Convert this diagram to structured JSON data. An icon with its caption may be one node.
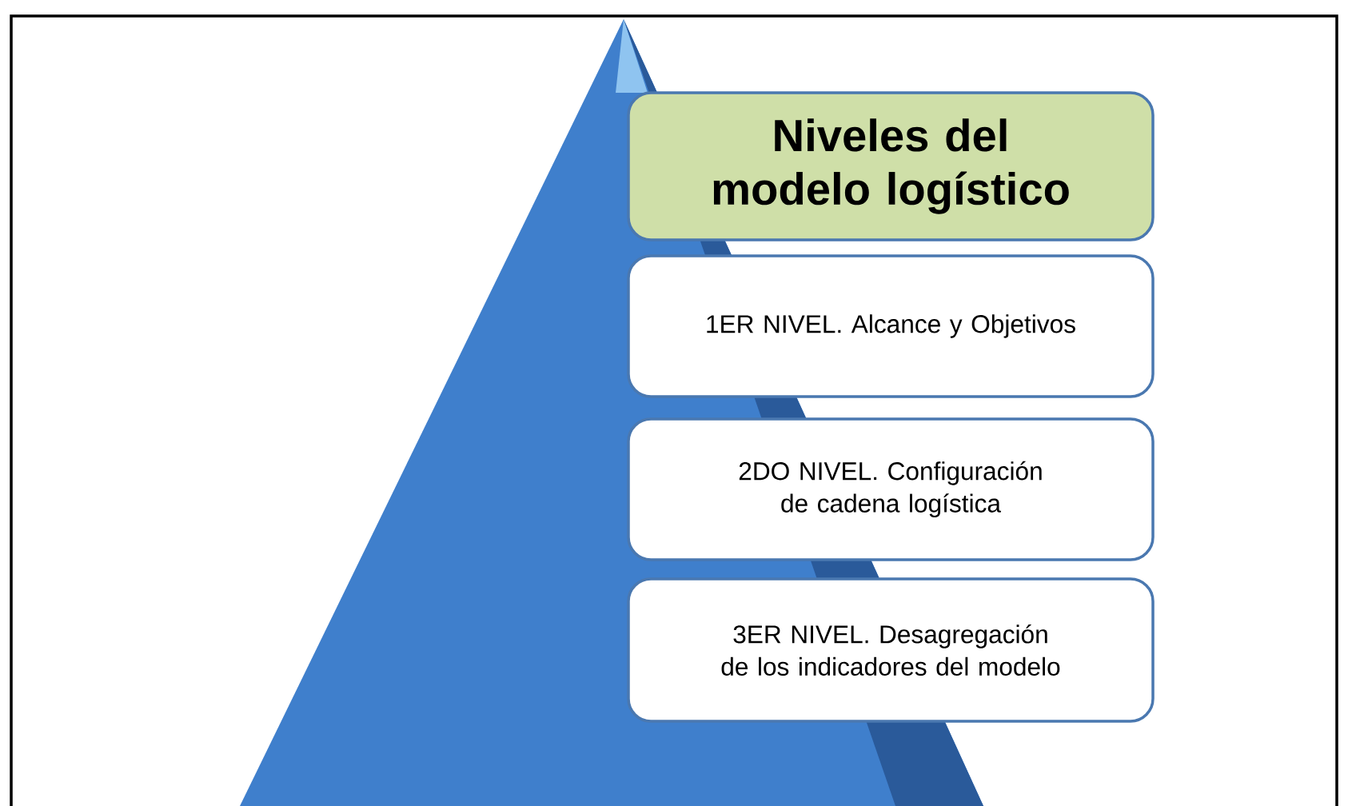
{
  "diagram": {
    "nodes": [
      {
        "text": [
          "Niveles del modelo logístico"
        ]
      },
      {
        "text": [
          "1ER NIVEL. Alcance y Objetivos"
        ]
      },
      {
        "text": [
          "2DO NIVEL. Configuración de cadena logística"
        ]
      },
      {
        "text": [
          "3ER NIVEL. Desagregación de los indicadores del modelo"
        ]
      }
    ],
    "edges": []
  }
}
